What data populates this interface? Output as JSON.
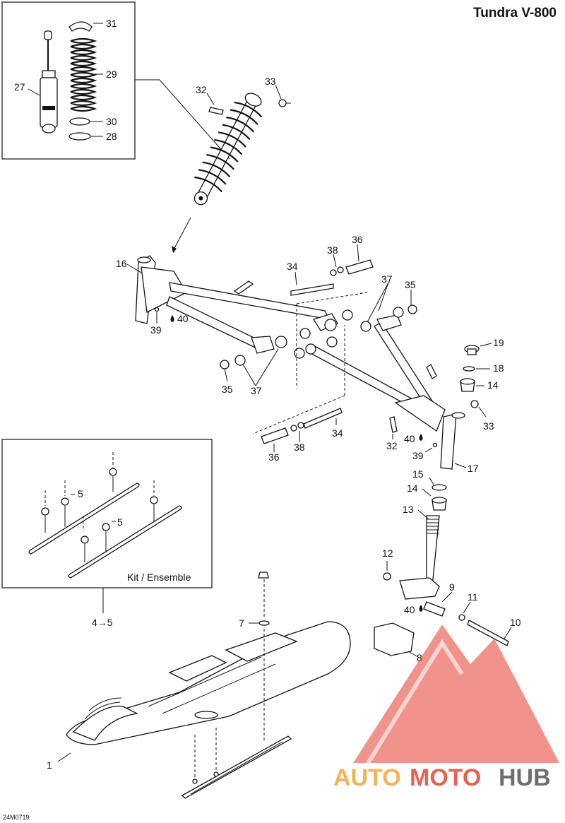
{
  "title": "Tundra V-800",
  "diagram_code": "24M0719",
  "inset_kit_label": "Kit / Ensemble",
  "kit_ref_label": "4→5",
  "watermark": {
    "part1": "AUTO",
    "part2": "MOTO",
    "part3": "HUB",
    "colors": {
      "red": "#e23a2b",
      "orange": "#f2a63c",
      "gray": "#555555"
    }
  },
  "callouts": {
    "c1": "1",
    "c5a": "5",
    "c5b": "5",
    "c7": "7",
    "c8": "8",
    "c9": "9",
    "c10": "10",
    "c11": "11",
    "c12": "12",
    "c13": "13",
    "c14a": "14",
    "c14b": "14",
    "c15": "15",
    "c16": "16",
    "c17": "17",
    "c18": "18",
    "c19": "19",
    "c27": "27",
    "c28": "28",
    "c29": "29",
    "c30": "30",
    "c31": "31",
    "c32a": "32",
    "c32b": "32",
    "c33a": "33",
    "c33b": "33",
    "c34a": "34",
    "c34b": "34",
    "c35a": "35",
    "c35b": "35",
    "c36a": "36",
    "c36b": "36",
    "c37a": "37",
    "c37b": "37",
    "c38a": "38",
    "c38b": "38",
    "c39a": "39",
    "c39b": "39",
    "c40a": "40",
    "c40b": "40",
    "c40c": "40"
  }
}
